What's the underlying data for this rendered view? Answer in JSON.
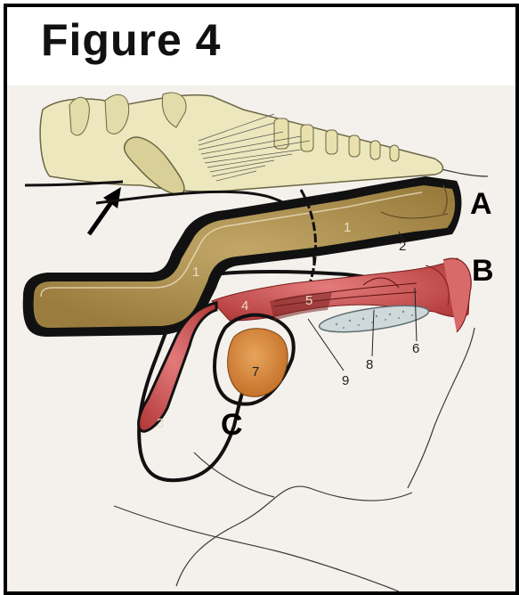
{
  "figure": {
    "title": "Figure 4",
    "region_labels": {
      "a": "A",
      "b": "B",
      "c": "C"
    },
    "number_labels": {
      "n1_left": "1",
      "n1_right": "1",
      "n2": "2",
      "n3": "3",
      "n4": "4",
      "n5": "5",
      "n6": "6",
      "n7": "7",
      "n8": "8",
      "n9": "9"
    },
    "colors": {
      "bone": "#ece7bd",
      "colon": "#a78b4c",
      "rectum_red": "#c94e4e",
      "bladder_orange": "#d88a3c",
      "dark_outline": "#141414",
      "page_bg": "#f4f1ec"
    }
  }
}
